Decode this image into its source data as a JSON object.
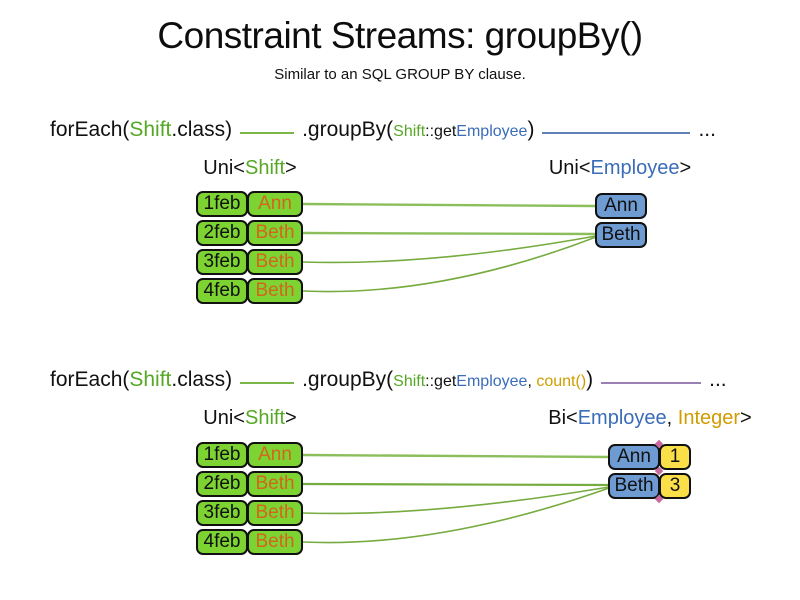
{
  "title": "Constraint Streams: groupBy()",
  "subtitle": "Similar to an SQL GROUP BY clause.",
  "palette": {
    "green_text": "#55a825",
    "green_box": "#7cd331",
    "green_line": "#7ab648",
    "orange_text": "#d2661e",
    "blue_text": "#3a6cb8",
    "blue_box": "#6e9bd1",
    "blue_line": "#5f82b8",
    "gold_text": "#d09c00",
    "yellow_box": "#fbdf49",
    "purple_line": "#9a7fb5",
    "pink_diamond": "#c9699d"
  },
  "section1": {
    "code": {
      "foreach_open": "forEach(",
      "foreach_type": "Shift",
      "foreach_close": ".class)",
      "groupby_open": ".groupBy(",
      "arg_class": "Shift",
      "arg_accessor": "::get",
      "arg_type": "Employee",
      "close_paren": ")",
      "ellipsis": "..."
    },
    "stream_label_left": {
      "prefix": "Uni<",
      "type": "Shift",
      "suffix": ">"
    },
    "stream_label_right": {
      "prefix": "Uni<",
      "type": "Employee",
      "suffix": ">"
    },
    "shifts": [
      {
        "date": "1feb",
        "employee": "Ann"
      },
      {
        "date": "2feb",
        "employee": "Beth"
      },
      {
        "date": "3feb",
        "employee": "Beth"
      },
      {
        "date": "4feb",
        "employee": "Beth"
      }
    ],
    "groups": [
      {
        "employee": "Ann"
      },
      {
        "employee": "Beth"
      }
    ]
  },
  "section2": {
    "code": {
      "foreach_open": "forEach(",
      "foreach_type": "Shift",
      "foreach_close": ".class)",
      "groupby_open": ".groupBy(",
      "arg_class": "Shift",
      "arg_accessor": "::get",
      "arg_type": "Employee",
      "comma": ", ",
      "collector": "count()",
      "close_paren": ")",
      "ellipsis": "..."
    },
    "stream_label_left": {
      "prefix": "Uni<",
      "type": "Shift",
      "suffix": ">"
    },
    "stream_label_right": {
      "prefix": "Bi<",
      "type1": "Employee",
      "separator": ", ",
      "type2": "Integer",
      "suffix": ">"
    },
    "shifts": [
      {
        "date": "1feb",
        "employee": "Ann"
      },
      {
        "date": "2feb",
        "employee": "Beth"
      },
      {
        "date": "3feb",
        "employee": "Beth"
      },
      {
        "date": "4feb",
        "employee": "Beth"
      }
    ],
    "groups": [
      {
        "employee": "Ann",
        "count": "1"
      },
      {
        "employee": "Beth",
        "count": "3"
      }
    ]
  }
}
